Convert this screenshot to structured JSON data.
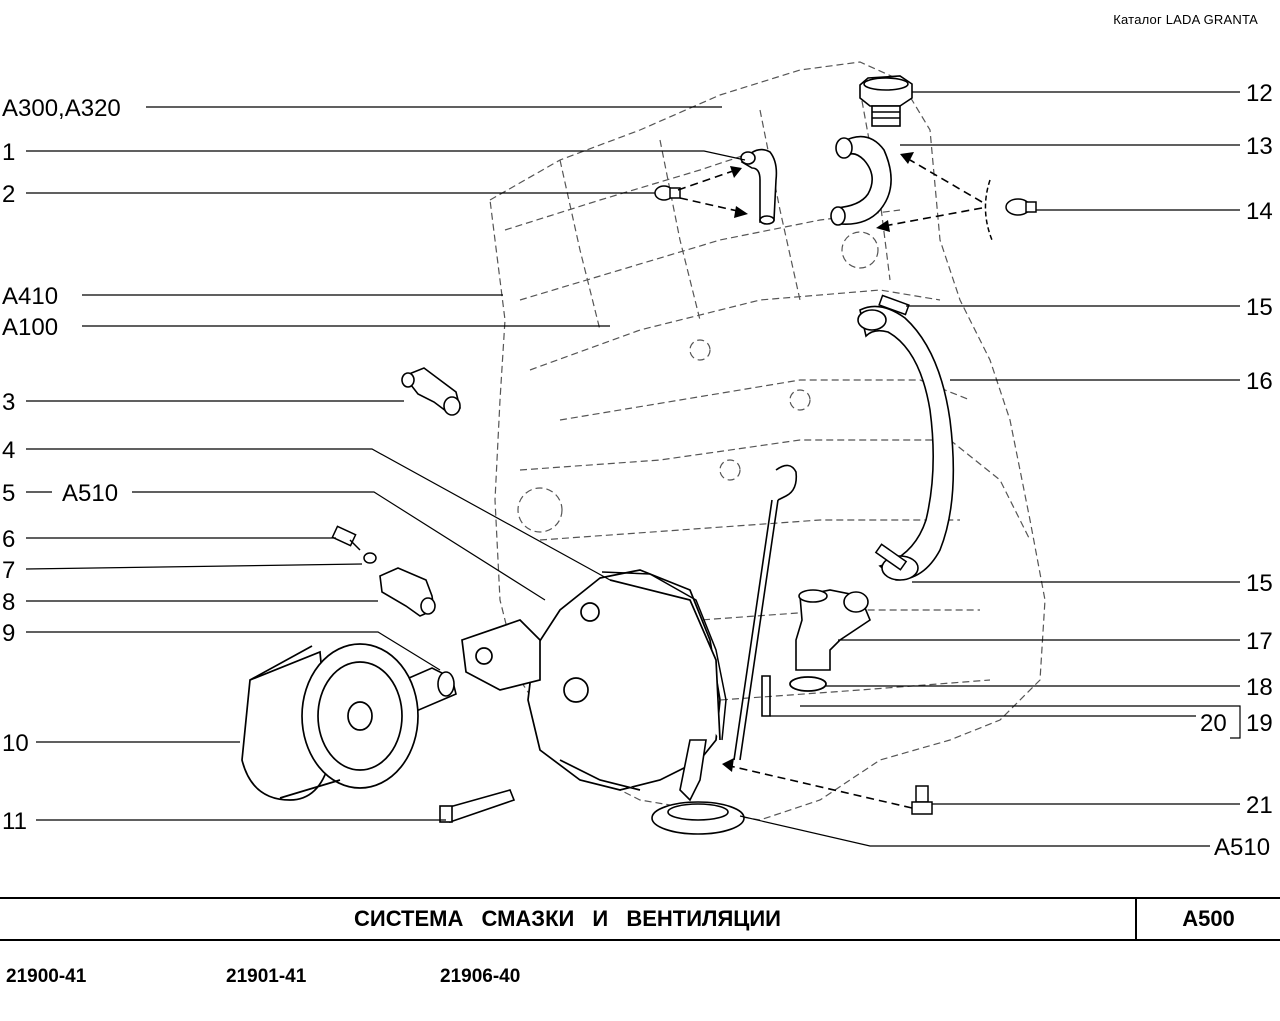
{
  "catalog_label": "Каталог  LADA  GRANTA",
  "title": "СИСТЕМА   СМАЗКИ   И   ВЕНТИЛЯЦИИ",
  "section_code": "A500",
  "models": [
    "21900-41",
    "21901-41",
    "21906-40"
  ],
  "callouts": {
    "a300_a320": "A300,A320",
    "n1": "1",
    "n2": "2",
    "a410": "A410",
    "a100": "A100",
    "n3": "3",
    "n4": "4",
    "n5": "5",
    "a510_left": "A510",
    "n6": "6",
    "n7": "7",
    "n8": "8",
    "n9": "9",
    "n10": "10",
    "n11": "11",
    "n12": "12",
    "n13": "13",
    "n14": "14",
    "n15_top": "15",
    "n16": "16",
    "n15_bottom": "15",
    "n17": "17",
    "n18": "18",
    "n20": "20",
    "n19": "19",
    "n21": "21",
    "a510_right": "A510"
  }
}
